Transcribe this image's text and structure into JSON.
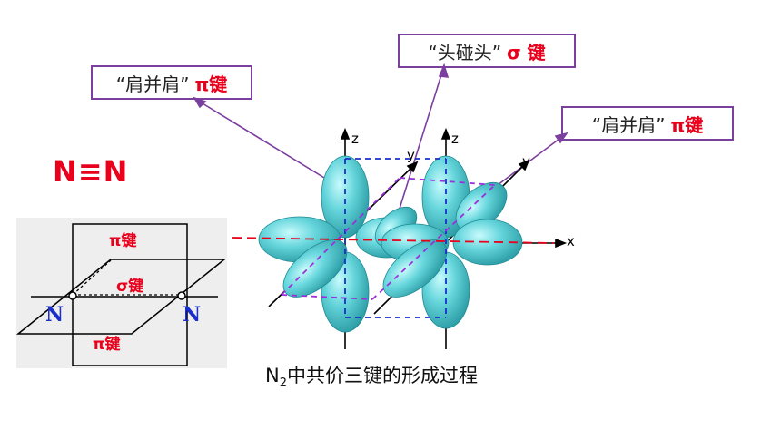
{
  "callouts": {
    "left": {
      "text": "“肩并肩”",
      "bond": "π键"
    },
    "mid": {
      "text": "“头碰头”",
      "bond": "σ 键"
    },
    "right": {
      "text": "“肩并肩”",
      "bond": "π键"
    }
  },
  "formula": "N≡N",
  "small_diagram": {
    "pi_top": "π键",
    "sigma": "σ键",
    "pi_bottom": "π键",
    "atom_left": "N",
    "atom_right": "N"
  },
  "axes": {
    "z1": "z",
    "z2": "z",
    "y1": "y",
    "y2": "y",
    "x": "x"
  },
  "caption": {
    "prefix": "N",
    "subscript": "2",
    "suffix": "中共价三键的形成过程"
  },
  "colors": {
    "red": "#e8001c",
    "purple": "#7b3f9e",
    "lobe": "#5fd3d8",
    "blue": "#1a2fc9"
  }
}
